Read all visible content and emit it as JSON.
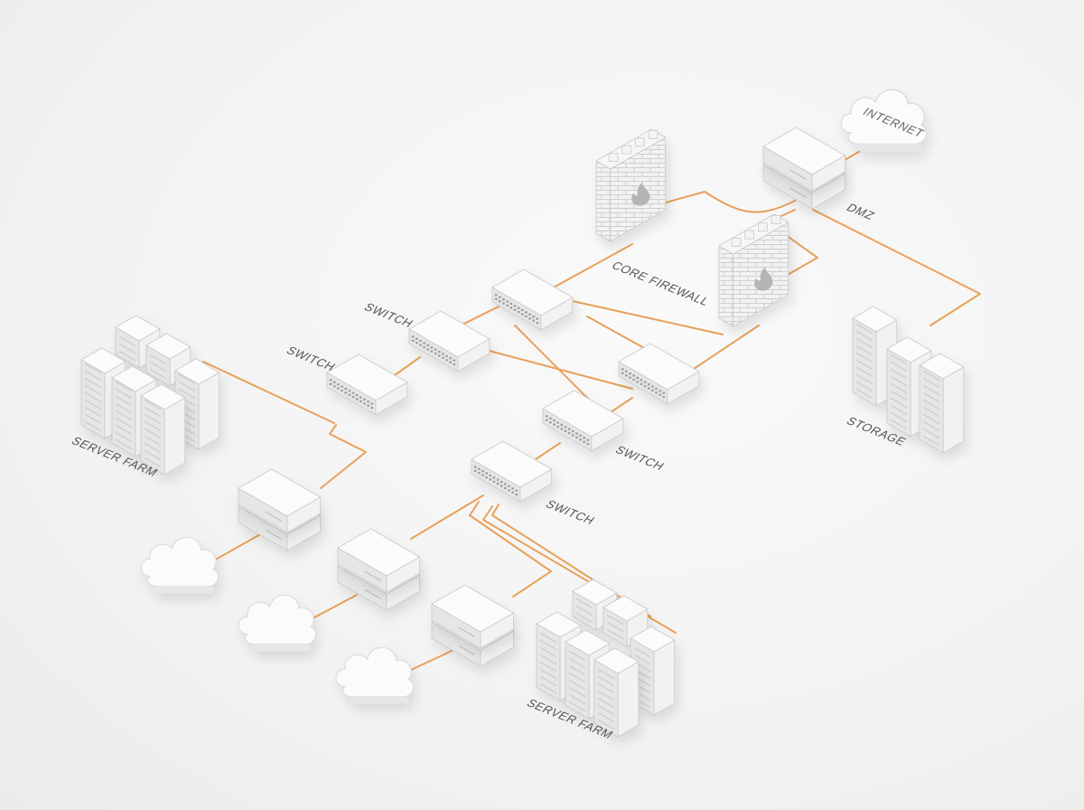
{
  "labels": {
    "internet": "INTERNET",
    "dmz": "DMZ",
    "core_firewall": "CORE FIREWALL",
    "switch_a": "SWITCH",
    "switch_b": "SWITCH",
    "switch_c": "SWITCH",
    "switch_d": "SWITCH",
    "server_farm_left": "SERVER FARM",
    "server_farm_bottom": "SERVER FARM",
    "storage": "STORAGE"
  },
  "colors": {
    "cable": "#e8a15a",
    "device_top": "#fbfbfb",
    "device_left": "#e6e6e6",
    "device_right": "#f2f2f2",
    "edge": "#c9c9c9",
    "firewall_flame": "#b5b5b5",
    "background": "#f3f3f3"
  },
  "icons": {
    "cloud": "cloud-icon",
    "router": "router-icon",
    "switch": "network-switch-icon",
    "firewall": "brick-firewall-icon",
    "server_rack": "server-rack-icon",
    "server_box": "stacked-server-icon"
  }
}
